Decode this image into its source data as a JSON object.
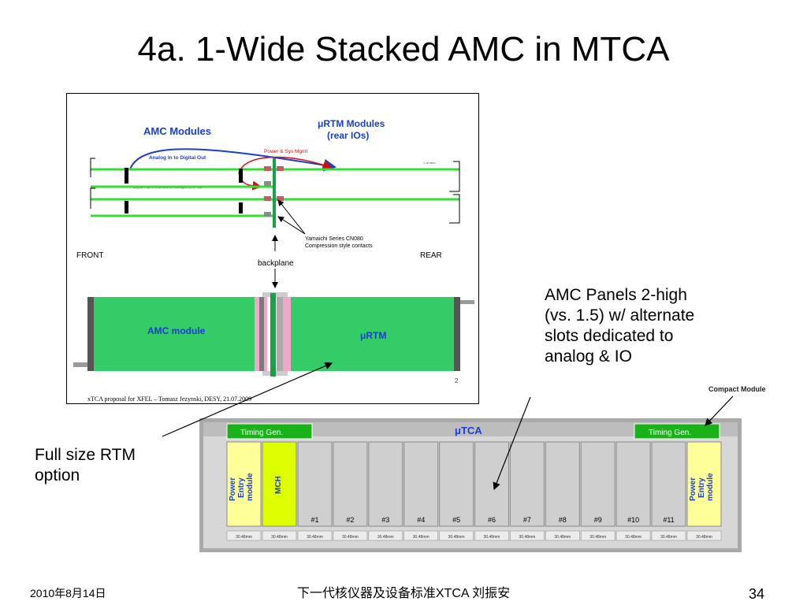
{
  "slide": {
    "title": "4a. 1-Wide Stacked AMC in MTCA"
  },
  "top_figure": {
    "amc_modules_label": "AMC Modules",
    "urtm_modules_label_line1": "μRTM Modules",
    "urtm_modules_label_line2": "(rear IOs)",
    "analog_to_digital_label": "Analog In to Digital Out",
    "power_sys_label": "Power & Sys Mgmt",
    "fabric_label": "Digital Fabric Interface & Management PCB",
    "connector_label_line1": "Yamaichi Series CN080",
    "connector_label_line2": "Compression style contacts",
    "front_label": "FRONT",
    "rear_label": "REAR",
    "backplane_label": "backplane",
    "amc_module_label": "AMC module",
    "urtm_label": "μRTM",
    "small_mark": "1 of zero",
    "corner_mark": "2",
    "caption": "xTCA proposal for XFEL – Tomasz Jezynski, DESY, 21.07.2009"
  },
  "callouts": {
    "amc_panels": "AMC Panels 2-high (vs. 1.5) w/ alternate slots dedicated to analog & IO",
    "rtm_option": "Full size RTM option",
    "compact_module": "Compact Module"
  },
  "chassis": {
    "title": "μTCA",
    "timing_left": "Timing Gen.",
    "timing_right": "Timing Gen.",
    "pem_left": "Power Entry module",
    "pem_right": "Power Entry module",
    "mch": "MCH",
    "slots": [
      "#1",
      "#2",
      "#3",
      "#4",
      "#5",
      "#6",
      "#7",
      "#8",
      "#9",
      "#10",
      "#11"
    ],
    "width_label": "30.48mm",
    "colors": {
      "frame": "#a9a9a9",
      "timing_green": "#19b219",
      "pem_yellow": "#ffff99",
      "mch_yellow": "#ddff00",
      "slot_gray": "#cfcfcf",
      "title_blue": "#1a3fd0"
    }
  },
  "footer": {
    "date": "2010年8月14日",
    "title": "下一代核仪器及设备标准XTCA  刘振安",
    "page": "34"
  }
}
